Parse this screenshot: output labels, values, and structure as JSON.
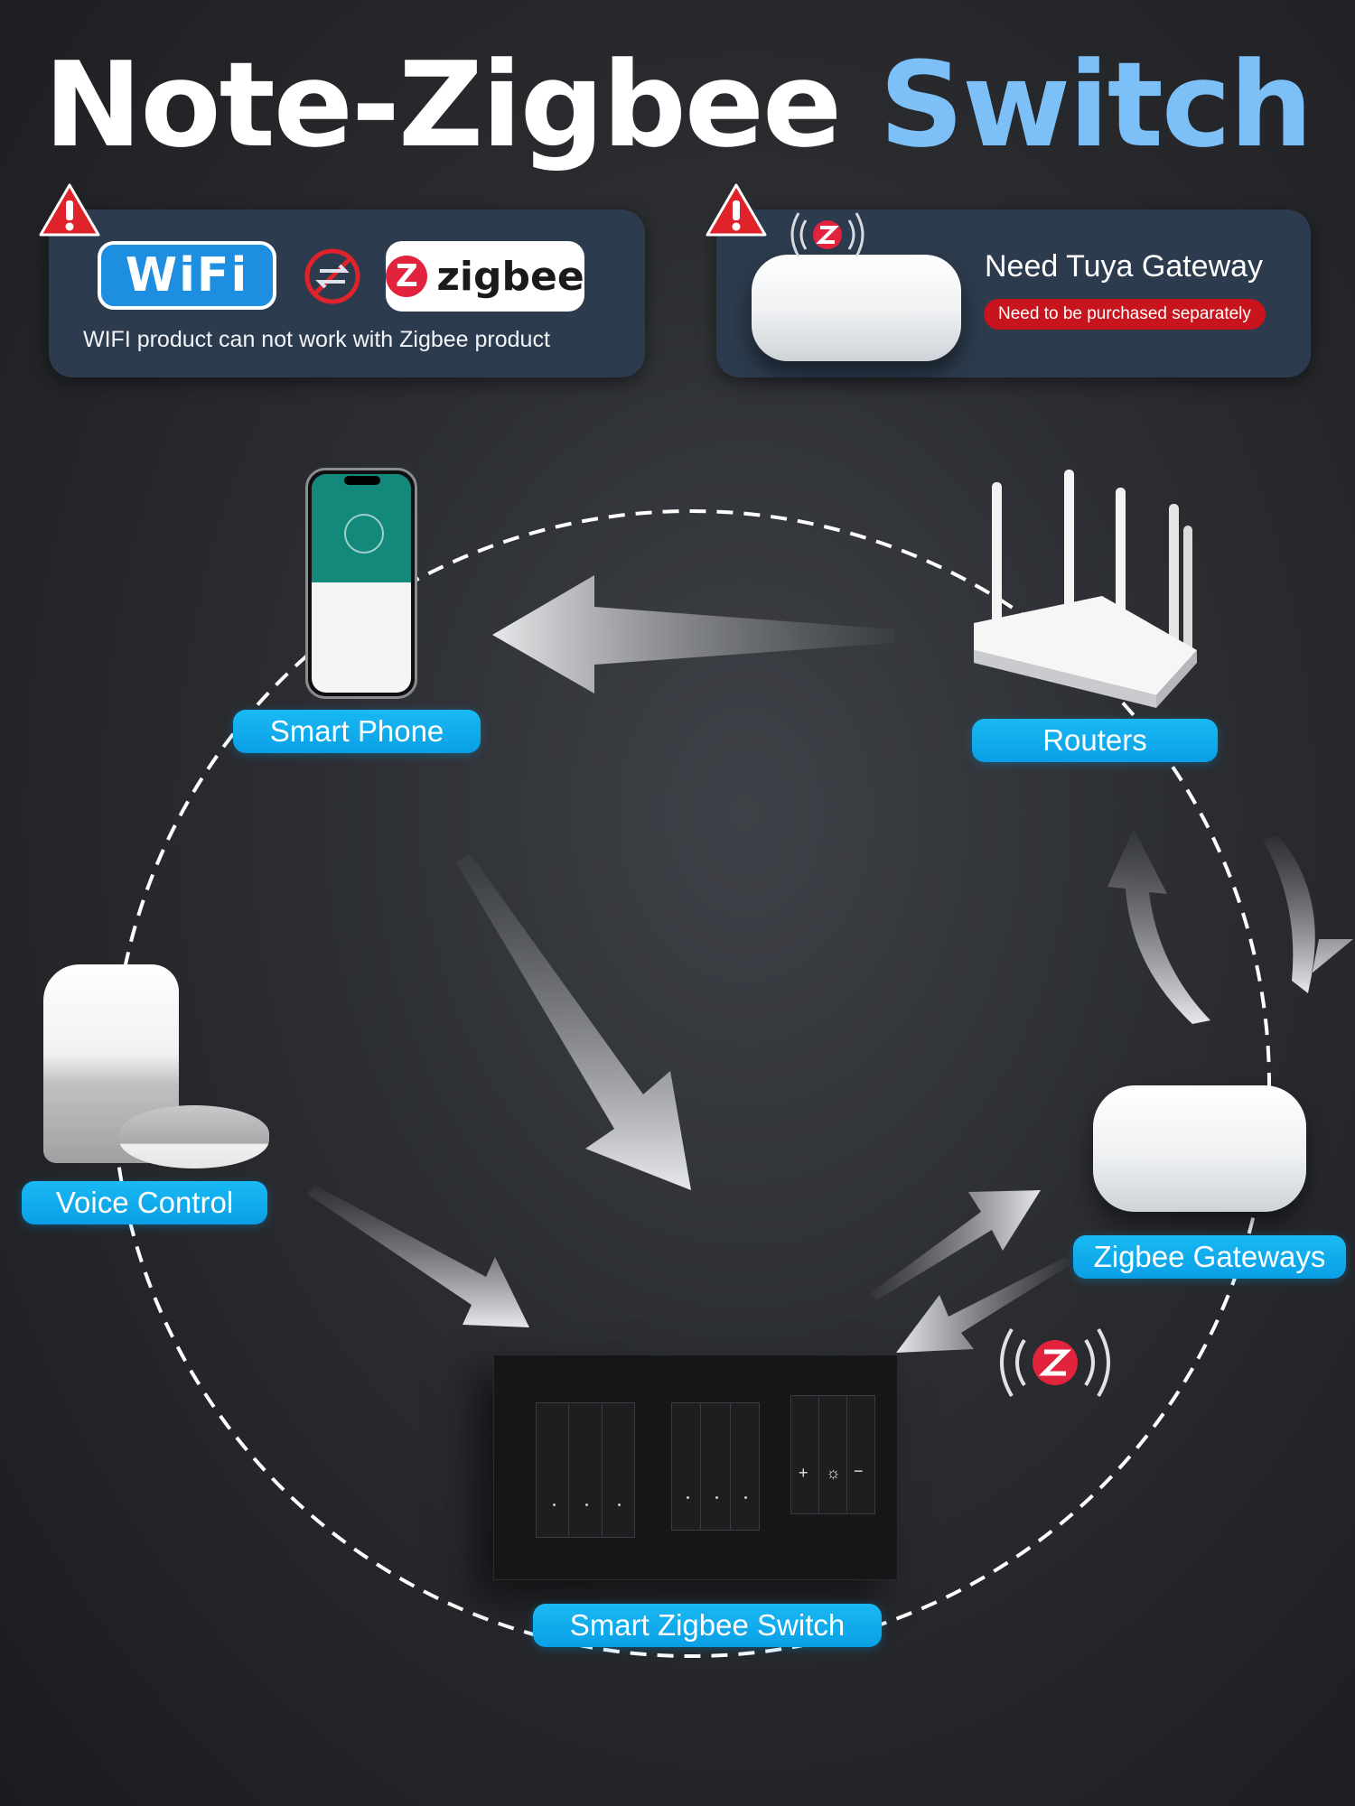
{
  "title": {
    "part1": "Note-Zigbee",
    "part2": "Switch"
  },
  "notes": {
    "wifi_panel": {
      "wifi_badge": "WiFi",
      "zigbee_badge": "zigbee",
      "zigbee_logo_letter": "Z",
      "text": "WIFI product can not work with Zigbee product",
      "warning_icon": "warning-triangle-icon",
      "incompatible_icon": "no-exchange-icon"
    },
    "gateway_panel": {
      "title": "Need Tuya Gateway",
      "pill": "Need to be purchased separately",
      "warning_icon": "warning-triangle-icon"
    }
  },
  "nodes": {
    "smart_phone": "Smart Phone",
    "routers": "Routers",
    "voice_control": "Voice Control",
    "zigbee_gateways": "Zigbee Gateways",
    "smart_zigbee_switch": "Smart Zigbee Switch"
  },
  "switch": {
    "plus": "+",
    "minus": "−",
    "brightness": "☼"
  },
  "colors": {
    "accent_blue": "#0aa7ee",
    "title_blue": "#7cc0f7",
    "warning_red": "#e0222b",
    "zigbee_red": "#e2233d",
    "panel_bg": "#2c3b4d"
  }
}
